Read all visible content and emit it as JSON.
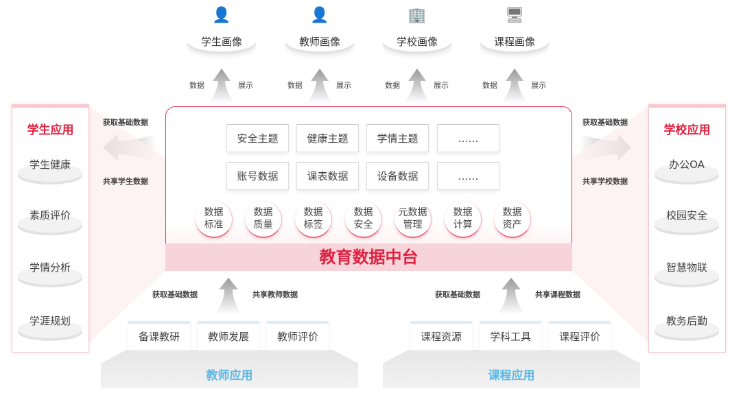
{
  "portraits": [
    {
      "label": "学生画像",
      "icon": "student-icon"
    },
    {
      "label": "教师画像",
      "icon": "teacher-icon"
    },
    {
      "label": "学校画像",
      "icon": "school-building-icon"
    },
    {
      "label": "课程画像",
      "icon": "course-screen-icon"
    }
  ],
  "arrow_labels": {
    "data": "数据",
    "display": "展示"
  },
  "center": {
    "title": "教育数据中台",
    "row1": [
      "安全主题",
      "健康主题",
      "学情主题",
      "……"
    ],
    "row2": [
      "账号数据",
      "课表数据",
      "设备数据",
      "……"
    ],
    "capabilities": [
      [
        "数据",
        "标准"
      ],
      [
        "数据",
        "质量"
      ],
      [
        "数据",
        "标签"
      ],
      [
        "数据",
        "安全"
      ],
      [
        "元数据",
        "管理"
      ],
      [
        "数据",
        "计算"
      ],
      [
        "数据",
        "资产"
      ]
    ]
  },
  "student_app": {
    "title": "学生应用",
    "items": [
      "学生健康",
      "素质评价",
      "学情分析",
      "学涯规划"
    ],
    "get_label": "获取基础数据",
    "share_label": "共享学生数据"
  },
  "school_app": {
    "title": "学校应用",
    "items": [
      "办公OA",
      "校园安全",
      "智慧物联",
      "教务后勤"
    ],
    "get_label": "获取基础数据",
    "share_label": "共享学校数据"
  },
  "teacher_app": {
    "title": "教师应用",
    "items": [
      "备课教研",
      "教师发展",
      "教师评价"
    ],
    "get_label": "获取基础数据",
    "share_label": "共享教师数据"
  },
  "course_app": {
    "title": "课程应用",
    "items": [
      "课程资源",
      "学科工具",
      "课程评价"
    ],
    "get_label": "获取基础数据",
    "share_label": "共享课程数据"
  }
}
